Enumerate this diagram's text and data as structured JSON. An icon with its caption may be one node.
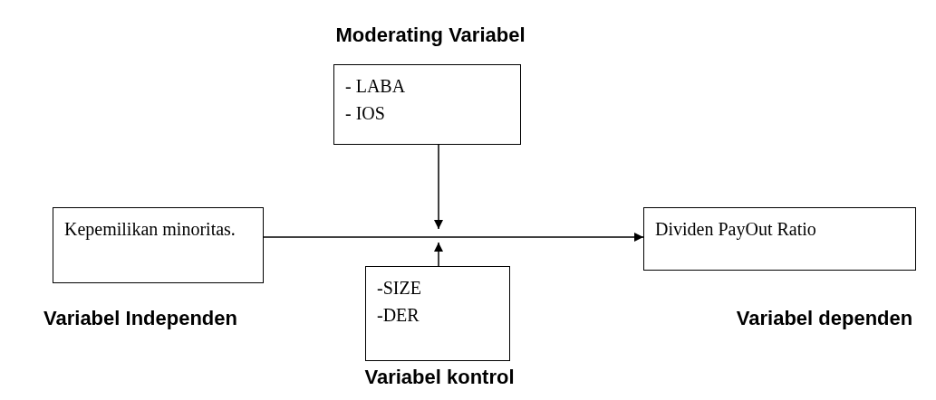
{
  "diagram": {
    "nodes": [
      {
        "text": [
          "Kepemilikan minoritas."
        ],
        "beside": [
          "Variabel Independen"
        ]
      },
      {
        "text": [
          "- LABA",
          "- IOS"
        ],
        "beside": [
          "Moderating Variabel"
        ]
      },
      {
        "text": [
          "Dividen PayOut Ratio"
        ],
        "beside": [
          "Variabel dependen"
        ]
      },
      {
        "text": [
          "-SIZE",
          "-DER"
        ],
        "beside": [
          "Variabel kontrol"
        ]
      }
    ],
    "edges": [
      {
        "from": 0,
        "to": 2,
        "arrow": "to"
      },
      {
        "from": 1,
        "to": null,
        "arrow": "to"
      },
      {
        "from": 3,
        "to": null,
        "arrow": "to"
      }
    ]
  }
}
